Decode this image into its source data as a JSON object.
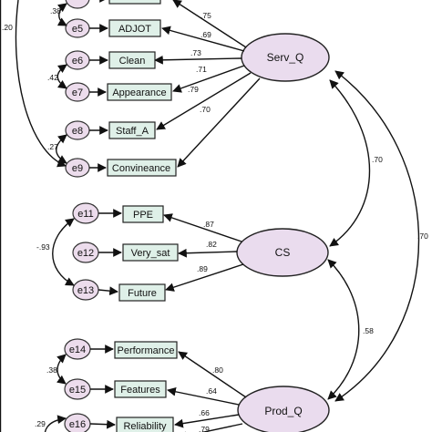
{
  "colors": {
    "indicator_fill": "#dff0e8",
    "error_fill": "#ecdcec",
    "latent_fill": "#eadcee",
    "stroke": "#111111"
  },
  "latents": [
    {
      "id": "serv",
      "label": "Serv_Q"
    },
    {
      "id": "cs",
      "label": "CS"
    },
    {
      "id": "prod",
      "label": "Prod_Q"
    }
  ],
  "indicators": [
    {
      "id": "adjot",
      "label": "ADJOT"
    },
    {
      "id": "clean",
      "label": "Clean"
    },
    {
      "id": "appearance",
      "label": "Appearance"
    },
    {
      "id": "staff",
      "label": "Staff_A"
    },
    {
      "id": "conv",
      "label": "Convineance"
    },
    {
      "id": "ppe",
      "label": "PPE"
    },
    {
      "id": "verysat",
      "label": "Very_sat"
    },
    {
      "id": "future",
      "label": "Future"
    },
    {
      "id": "performance",
      "label": "Performance"
    },
    {
      "id": "features",
      "label": "Features"
    },
    {
      "id": "reliability",
      "label": "Reliability"
    }
  ],
  "errors": [
    {
      "id": "e5",
      "label": "e5"
    },
    {
      "id": "e6",
      "label": "e6"
    },
    {
      "id": "e7",
      "label": "e7"
    },
    {
      "id": "e8",
      "label": "e8"
    },
    {
      "id": "e9",
      "label": "e9"
    },
    {
      "id": "e11",
      "label": "e11"
    },
    {
      "id": "e12",
      "label": "e12"
    },
    {
      "id": "e13",
      "label": "e13"
    },
    {
      "id": "e14",
      "label": "e14"
    },
    {
      "id": "e15",
      "label": "e15"
    },
    {
      "id": "e16",
      "label": "e16"
    }
  ],
  "loadings": [
    {
      "id": "top",
      "value": ".75"
    },
    {
      "id": "adjot",
      "value": ".69"
    },
    {
      "id": "clean",
      "value": ".73"
    },
    {
      "id": "appearance1",
      "value": ".71"
    },
    {
      "id": "appearance2",
      "value": ".79"
    },
    {
      "id": "staff",
      "value": ".70"
    },
    {
      "id": "ppe",
      "value": ".87"
    },
    {
      "id": "verysat",
      "value": ".82"
    },
    {
      "id": "future",
      "value": ".89"
    },
    {
      "id": "performance",
      "value": ".80"
    },
    {
      "id": "features",
      "value": ".64"
    },
    {
      "id": "reliability",
      "value": ".66"
    },
    {
      "id": "bottom",
      "value": ".79"
    }
  ],
  "covariances": [
    {
      "id": "serv_cs",
      "value": ".70"
    },
    {
      "id": "serv_prod",
      "value": ".70"
    },
    {
      "id": "cs_prod",
      "value": ".58"
    },
    {
      "id": "e4_e5",
      "value": ".38"
    },
    {
      "id": "e6_e7",
      "value": ".42"
    },
    {
      "id": "e8_e9",
      "value": ".27"
    },
    {
      "id": "outer_left",
      "value": ".20"
    },
    {
      "id": "e11_e13",
      "value": "-.93"
    },
    {
      "id": "e14_e15",
      "value": ".38"
    },
    {
      "id": "e16",
      "value": ".29"
    }
  ]
}
